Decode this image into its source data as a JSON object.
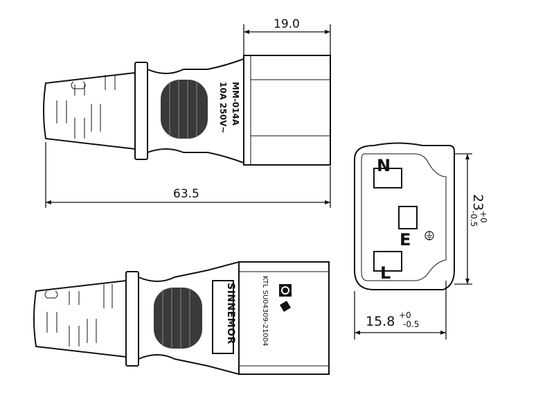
{
  "dimensions": {
    "top_width": "19.0",
    "overall_length": "63.5",
    "face_height": "23",
    "face_height_tol_upper": "+0",
    "face_height_tol_lower": "-0.5",
    "face_width": "15.8",
    "face_width_tol_upper": "+0",
    "face_width_tol_lower": "-0.5"
  },
  "top_view": {
    "model": "MM-014A",
    "rating": "10A 250V~"
  },
  "side_view": {
    "brand": "SINNEMOR",
    "certification": "KTL SU04309-21004"
  },
  "face_view": {
    "pin_n": "N",
    "pin_e": "E",
    "pin_l": "L"
  }
}
